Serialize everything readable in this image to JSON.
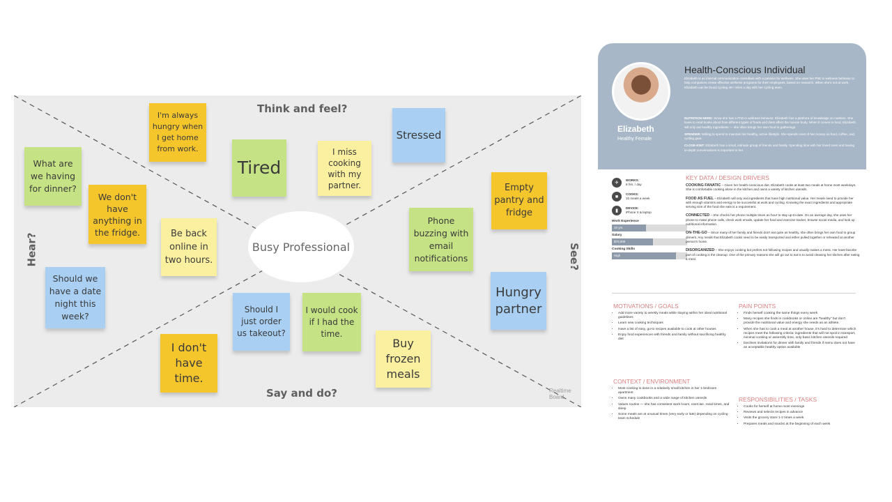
{
  "empathy_map": {
    "quadrants": {
      "top": "Think and feel?",
      "bottom": "Say and do?",
      "left": "Hear?",
      "right": "See?"
    },
    "center": "Busy Professional",
    "watermark": "Realtime Board",
    "notes": [
      {
        "id": "what-are-we-having",
        "text": "What are we having for dinner?",
        "color": "green"
      },
      {
        "id": "always-hungry",
        "text": "I'm always hungry when I get home from work.",
        "color": "orange"
      },
      {
        "id": "tired",
        "text": "Tired",
        "color": "green"
      },
      {
        "id": "miss-cooking",
        "text": "I miss cooking with my partner.",
        "color": "yellow"
      },
      {
        "id": "stressed",
        "text": "Stressed",
        "color": "blue"
      },
      {
        "id": "empty-pantry",
        "text": "Empty pantry and fridge",
        "color": "orange"
      },
      {
        "id": "nothing-in-fridge",
        "text": "We don't have anything in the fridge.",
        "color": "orange"
      },
      {
        "id": "be-back-online",
        "text": "Be back online in two hours.",
        "color": "yellow"
      },
      {
        "id": "phone-buzzing",
        "text": "Phone buzzing with email notifications",
        "color": "green"
      },
      {
        "id": "date-night",
        "text": "Should we have a date night this week?",
        "color": "blue"
      },
      {
        "id": "hungry-partner",
        "text": "Hungry partner",
        "color": "blue"
      },
      {
        "id": "order-takeout",
        "text": "Should I just order us takeout?",
        "color": "blue"
      },
      {
        "id": "would-cook",
        "text": "I would cook if I had the time.",
        "color": "green"
      },
      {
        "id": "dont-have-time",
        "text": "I don't have time.",
        "color": "orange"
      },
      {
        "id": "frozen-meals",
        "text": "Buy frozen meals",
        "color": "yellow"
      }
    ]
  },
  "persona": {
    "title": "Health-Conscious Individual",
    "name": "Elizabeth",
    "subtitle": "Healthy Female",
    "intro": "Elizabeth is an internal communication consultant with a passion for wellness. She uses her PhD in wellness behavior to help companies create effective wellness programs for their employees, based on research. When she's not at work, Elizabeth can be found cycling 40+ miles a day with her cycling team.",
    "traits": [
      {
        "label": "NUTRITION NERD:",
        "text": "Since she has a PhD in wellness behavior, Elizabeth has a plethora of knowledge on nutrition. She loves to read books about how different types of foods and diets affect the human body. When it comes to food, Elizabeth will only eat healthy ingredients — she often brings her own food to gatherings."
      },
      {
        "label": "SPENDER:",
        "text": "Willing to spend to maintain her healthy, active lifestyle. She spends most of her money on food, coffee, and cycling gear."
      },
      {
        "label": "CLOSE-KNIT:",
        "text": "Elizabeth has a small, intimate group of friends and family. Spending time with her loved ones and having in-depth conversations is important to her."
      }
    ],
    "stats": [
      {
        "label": "WORKS:",
        "value": "8 hrs. / day",
        "icon": "briefcase-icon"
      },
      {
        "label": "COOKS:",
        "value": "10 meals a week",
        "icon": "pot-icon"
      },
      {
        "label": "DEVICE:",
        "value": "iPhone X & laptop",
        "icon": "phone-icon"
      }
    ],
    "bars": [
      {
        "label": "Work Experience",
        "value": "10 yrs.",
        "fill": 0.45
      },
      {
        "label": "Salary",
        "value": "$70,000",
        "fill": 0.55
      },
      {
        "label": "Cooking Skills",
        "value": "High",
        "fill": 0.85
      }
    ],
    "drivers_heading": "KEY DATA / DESIGN DRIVERS",
    "drivers": [
      {
        "label": "COOKING FANATIC",
        "text": "– Given her health-conscious diet, Elizabeth cooks at least two meals at home most weekdays. She is comfortable cooking alone in the kitchen and owns a variety of kitchen utensils."
      },
      {
        "label": "FOOD AS FUEL",
        "text": "– Elizabeth will only eat ingredients that have high nutritional value. Her meals need to provide her with enough vitamins and energy to be successful at work and cycling. Knowing the exact ingredients and appropriate serving size of the food she eats is a requirement."
      },
      {
        "label": "CONNECTED",
        "text": "– She checks her phone multiple times an hour to stay up-to-date. On an average day, she uses her phone to make phone calls, check work emails, update her food and exercise tracker, browse social media, and look up nutritional information."
      },
      {
        "label": "ON-THE-GO",
        "text": "– Since many of her family and friends don't eat quite as healthy, she often brings her own food to group dinners. Any meals that Elizabeth cooks need to be easily transported and either pulled together or reheated at another person's home."
      },
      {
        "label": "DISORGANIZED",
        "text": "– She enjoys cooking but prefers not following recipes and usually makes a mess. Her least favorite part of cooking is the cleanup. One of the primary reasons she will go out to eat is to avoid cleaning her kitchen after eating a meal."
      }
    ],
    "motivations_heading": "MOTIVATIONS / GOALS",
    "motivations": [
      "Add more variety to weekly meals while staying within her ideal nutritional guidelines",
      "Learn new cooking techniques",
      "Have a list of easy, go-to recipes available to cook at other houses",
      "Enjoy food experiences with friends and family without sacrificing healthy diet"
    ],
    "pain_heading": "PAIN POINTS",
    "pain_points": [
      "Finds herself cooking the same things every week",
      "Many recipes she finds in cookbooks or online are \"healthy\" but don't provide the nutritional value and energy she needs as an athlete.",
      "When she has to cook a meal at another house, it's hard to determine which recipes meet the following criteria: ingredients that will not spoil in transport, minimal cooking or assembly time, only basic kitchen utensils required",
      "Declines invitations for dinner with family and friends if menu does not have an acceptable healthy option available"
    ],
    "context_heading": "CONTEXT / ENVIRONMENT",
    "context": [
      "Most cooking is done in a relatively small kitchen in her 1-bedroom apartment",
      "Owns many cookbooks and a wide range of kitchen utensils",
      "Values routine — she has consistent work hours, exercise, meal times, and sleep",
      "Some meals are at unusual times (very early or late) depending on cycling team schedule"
    ],
    "resp_heading": "RESPONSIBILITIES / TASKS",
    "responsibilities": [
      "Cooks for herself at home most evenings",
      "Reviews and selects recipes in advance",
      "Visits the grocery store 1-2 times a week",
      "Prepares meals and snacks at the beginning of each week"
    ]
  }
}
